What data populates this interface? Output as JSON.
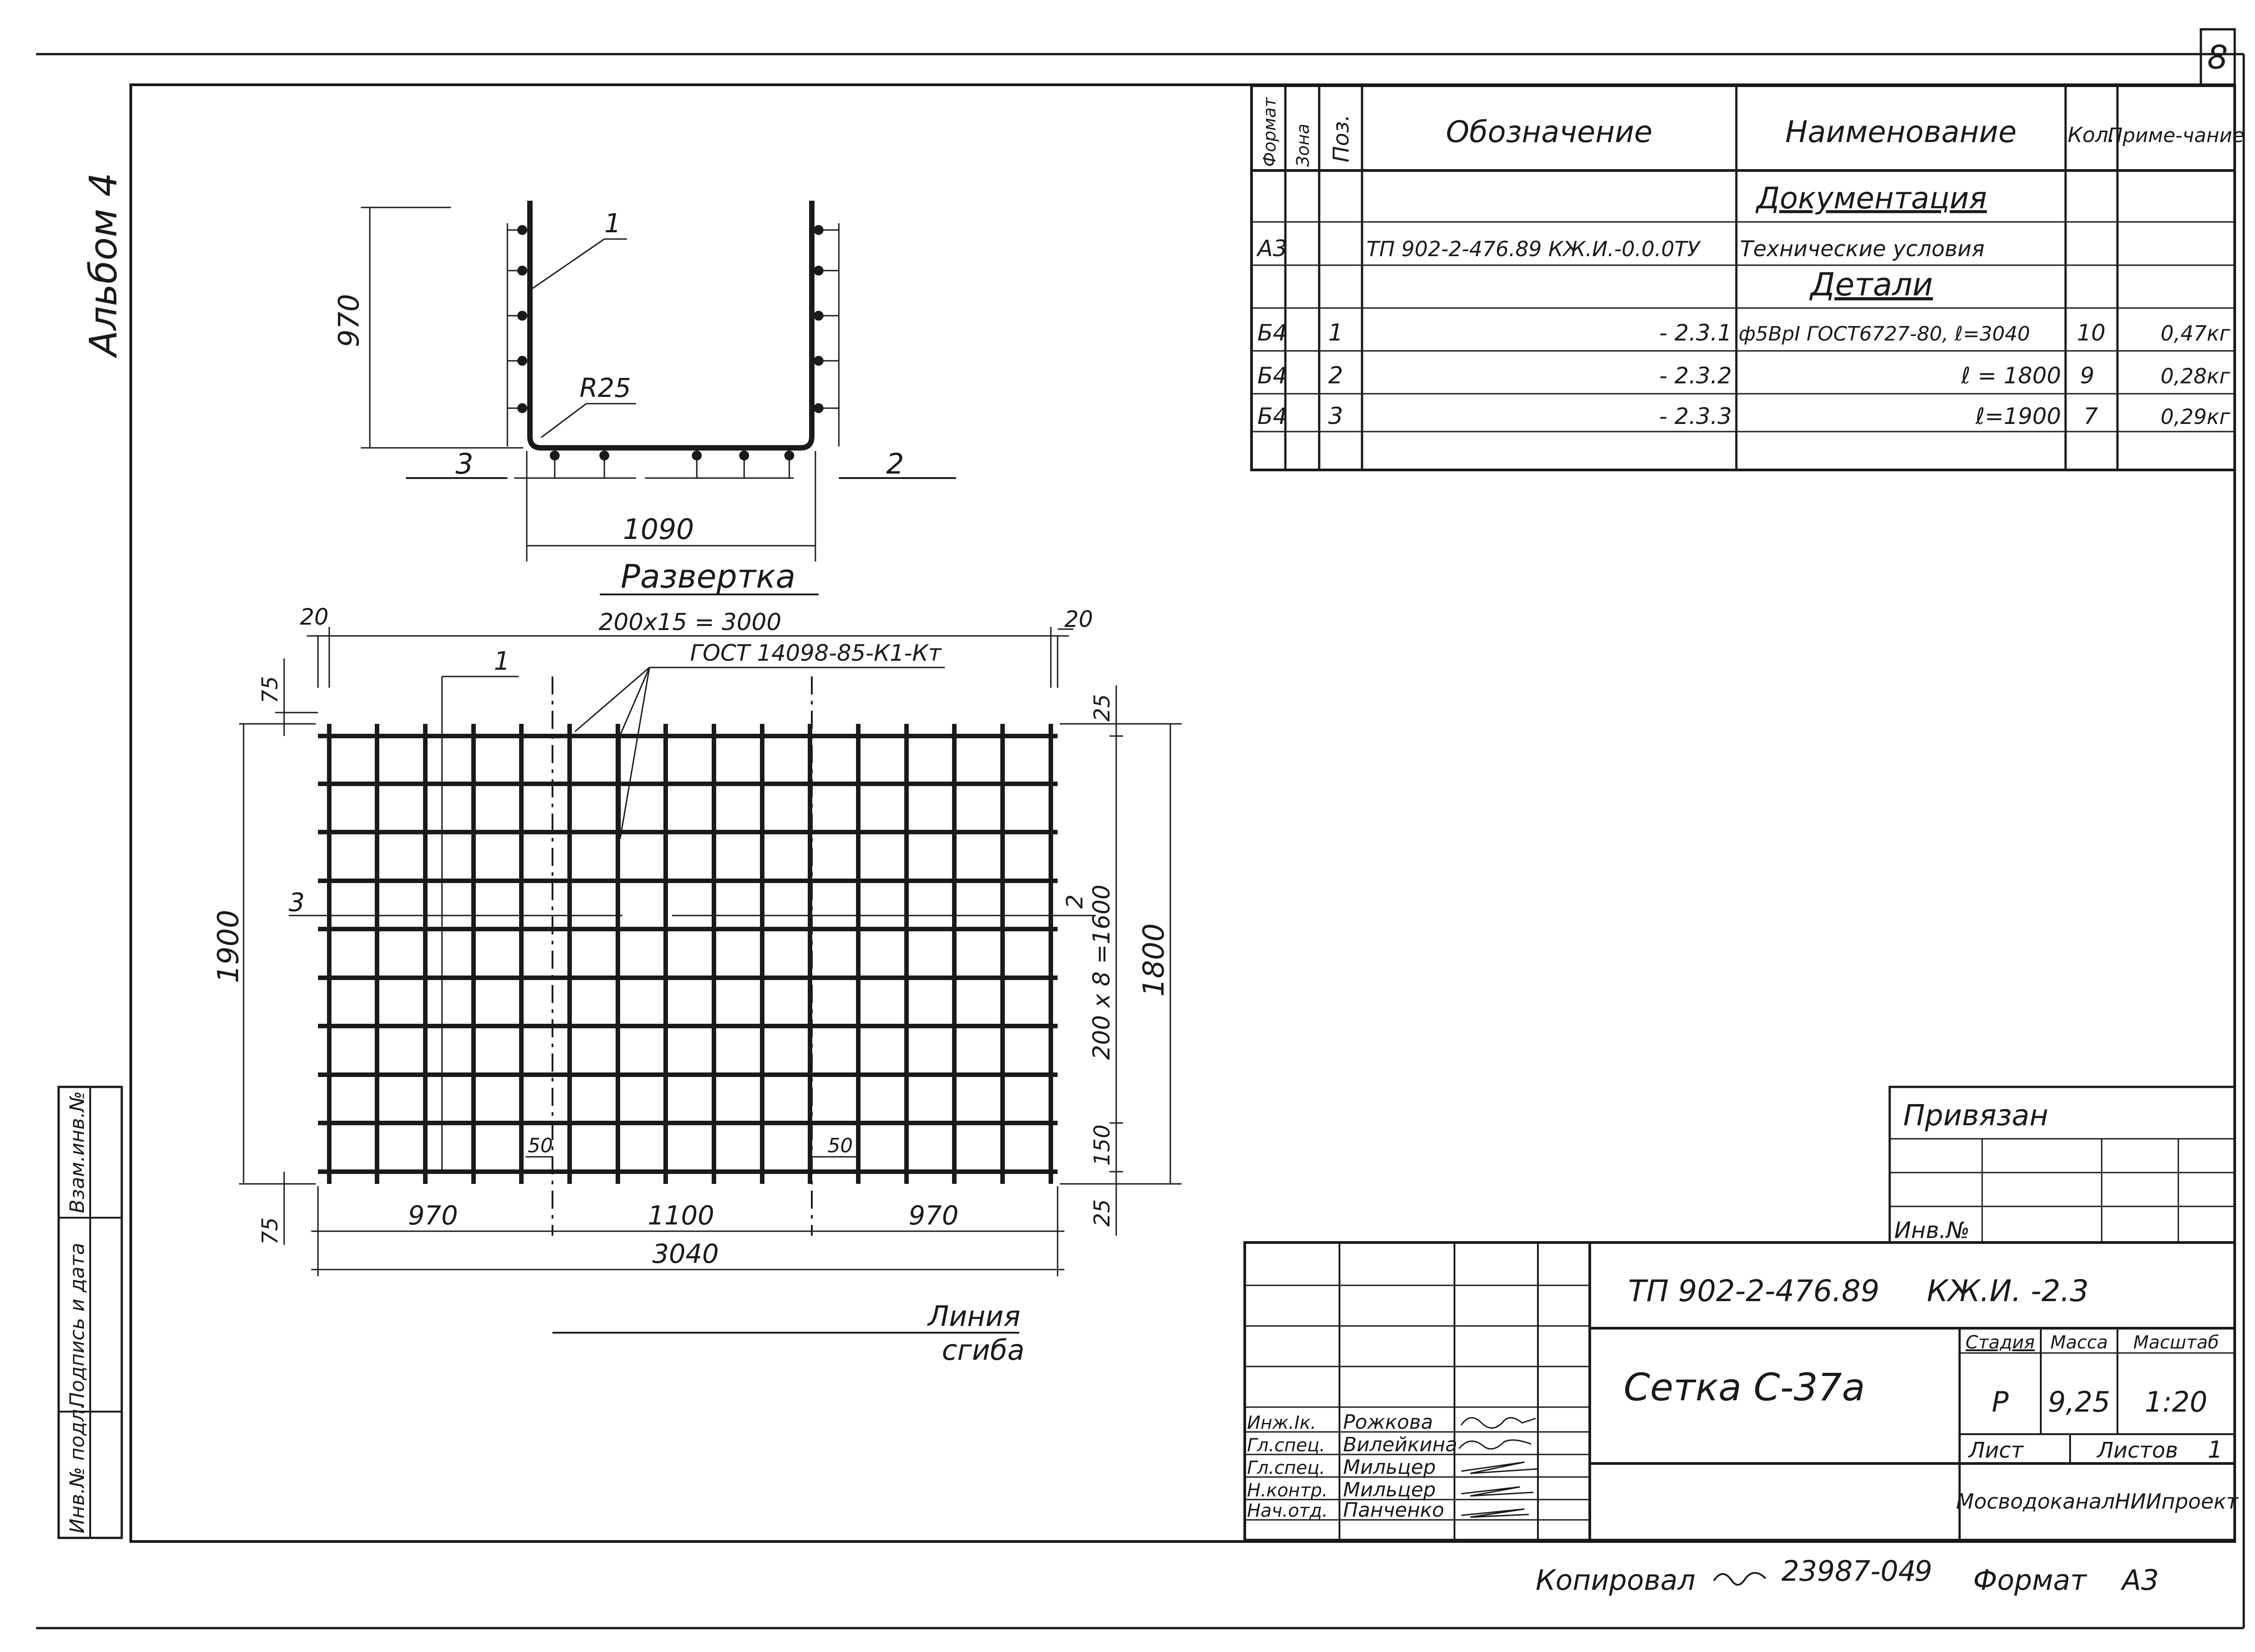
{
  "sheet": {
    "number": "8",
    "album": "Альбом 4",
    "copied_label": "Копировал",
    "order_number": "23987-04",
    "order_sheet": "9",
    "format_label": "Формат",
    "format_value": "А3"
  },
  "side_stamp": {
    "inv_podl": "Инв.№ подл.",
    "podpis_data": "Подпись и дата",
    "vzam_inv": "Взам.инв.№"
  },
  "spec": {
    "headers": {
      "format": "Формат",
      "zone": "Зона",
      "pos": "Поз.",
      "designation": "Обозначение",
      "name": "Наименование",
      "qty": "Кол.",
      "note": "Приме-чание"
    },
    "section_docs": "Документация",
    "section_parts": "Детали",
    "rows": [
      {
        "format": "А3",
        "zone": "",
        "pos": "",
        "designation": "ТП 902-2-476.89 КЖ.И.-0.0.0ТУ",
        "name": "Технические условия",
        "qty": "",
        "note": ""
      },
      {
        "format": "Б4",
        "zone": "",
        "pos": "1",
        "designation": "- 2.3.1",
        "name": "ф5ВрI ГОСТ6727-80, ℓ=3040",
        "qty": "10",
        "note": "0,47кг"
      },
      {
        "format": "Б4",
        "zone": "",
        "pos": "2",
        "designation": "- 2.3.2",
        "name": "ℓ = 1800",
        "qty": "9",
        "note": "0,28кг"
      },
      {
        "format": "Б4",
        "zone": "",
        "pos": "3",
        "designation": "- 2.3.3",
        "name": "ℓ=1900",
        "qty": "7",
        "note": "0,29кг"
      }
    ]
  },
  "section_view": {
    "height_dim": "970",
    "width_dim": "1090",
    "radius": "R25",
    "pos_leader": "1",
    "label_left": "3",
    "label_right": "2",
    "title": "Развертка"
  },
  "mesh": {
    "top_dim": "200x15 = 3000",
    "edge_left": "20",
    "edge_right": "20",
    "gost": "ГОСТ 14098-85-К1-Кт",
    "left_top_dim": "75",
    "left_bottom_dim": "75",
    "left_height": "1900",
    "right_top_dim": "25",
    "right_mid_dim": "200 x 8 =1600",
    "right_bottom_dim": "150",
    "right_bottom_edge": "25",
    "right_height": "1800",
    "bend_offset_left": "50",
    "bend_offset_right": "50",
    "bottom_segments": [
      "970",
      "1100",
      "970"
    ],
    "bottom_total": "3040",
    "pos_top": "1",
    "pos_left": "3",
    "pos_right": "2",
    "bend_line_1": "Линия",
    "bend_line_2": "сгиба"
  },
  "privyazan": {
    "title": "Привязан",
    "inv_label": "Инв.№"
  },
  "title_block": {
    "designation": "ТП 902-2-476.89     КЖ.И. -2.3",
    "name": "Сетка С-37а",
    "stage_header": "Стадия",
    "mass_header": "Масса",
    "scale_header": "Масштаб",
    "stage": "Р",
    "mass": "9,25",
    "scale": "1:20",
    "sheet_label": "Лист",
    "sheets_label": "Листов",
    "sheets_count": "1",
    "organization": "МосводоканалНИИпроект",
    "signatures": [
      {
        "role": "Инж.Iк.",
        "name": "Рожкова"
      },
      {
        "role": "Гл.спец.",
        "name": "Вилейкина"
      },
      {
        "role": "Гл.спец.",
        "name": "Мильцер"
      },
      {
        "role": "Н.контр.",
        "name": "Мильцер"
      },
      {
        "role": "Нач.отд.",
        "name": "Панченко"
      }
    ]
  }
}
